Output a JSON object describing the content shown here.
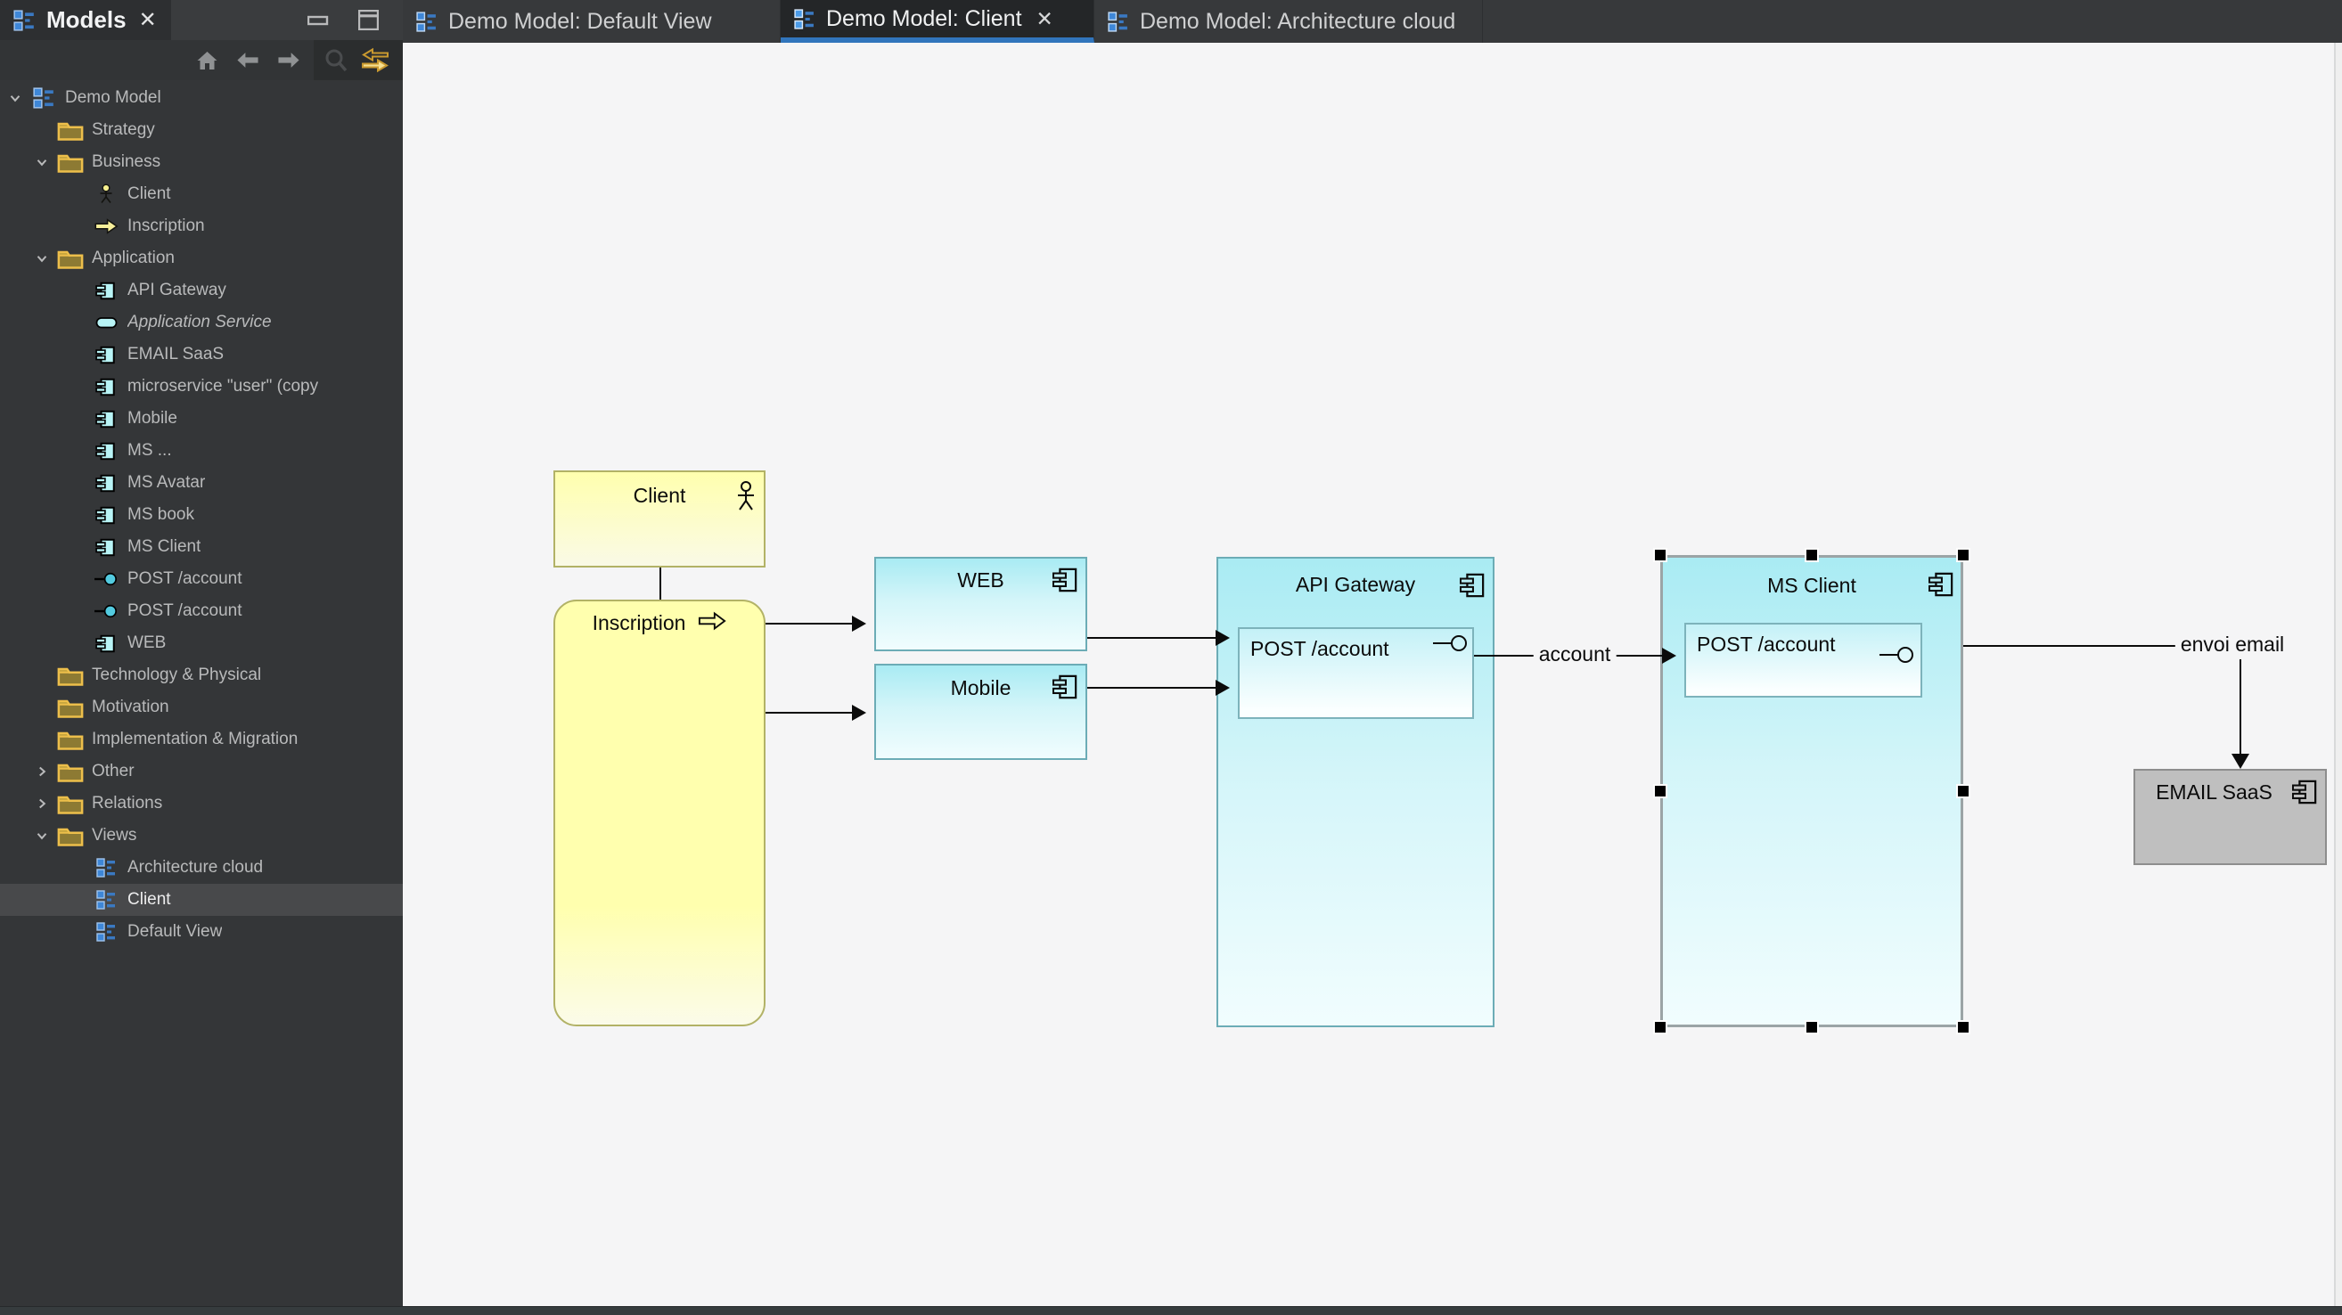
{
  "colors": {
    "accent_tab_underline": "#3175bc",
    "sidebar_bg": "#343638",
    "sidebar_selection_bg": "#48494b",
    "canvas_bg": "#f5f5f6",
    "business_yellow": "#ffffae",
    "application_cyan": "#a9ebf3",
    "infrastructure_gray": "#bfbfbf",
    "icon_gold": "#c9992f"
  },
  "sidebar": {
    "panel_title": "Models",
    "close_label": "✕",
    "toolbar": {
      "icons": [
        "home",
        "back",
        "forward",
        "search",
        "link-with-editor"
      ]
    },
    "tree": {
      "items": [
        {
          "label": "Demo Model",
          "icon": "model",
          "level": 0,
          "chevron": "expanded"
        },
        {
          "label": "Strategy",
          "icon": "folder",
          "level": 1,
          "chevron": null
        },
        {
          "label": "Business",
          "icon": "folder",
          "level": 1,
          "chevron": "expanded"
        },
        {
          "label": "Client",
          "icon": "actor",
          "level": 2,
          "chevron": null
        },
        {
          "label": "Inscription",
          "icon": "process",
          "level": 2,
          "chevron": null
        },
        {
          "label": "Application",
          "icon": "folder",
          "level": 1,
          "chevron": "expanded"
        },
        {
          "label": "API Gateway",
          "icon": "component",
          "level": 2,
          "chevron": null
        },
        {
          "label": "Application Service",
          "icon": "service",
          "level": 2,
          "chevron": null,
          "italic": true
        },
        {
          "label": "EMAIL SaaS",
          "icon": "component",
          "level": 2,
          "chevron": null
        },
        {
          "label": "microservice \"user\" (copy",
          "icon": "component",
          "level": 2,
          "chevron": null
        },
        {
          "label": "Mobile",
          "icon": "component",
          "level": 2,
          "chevron": null
        },
        {
          "label": "MS ...",
          "icon": "component",
          "level": 2,
          "chevron": null
        },
        {
          "label": "MS Avatar",
          "icon": "component",
          "level": 2,
          "chevron": null
        },
        {
          "label": "MS book",
          "icon": "component",
          "level": 2,
          "chevron": null
        },
        {
          "label": "MS Client",
          "icon": "component",
          "level": 2,
          "chevron": null
        },
        {
          "label": "POST /account",
          "icon": "interface",
          "level": 2,
          "chevron": null
        },
        {
          "label": "POST /account",
          "icon": "interface",
          "level": 2,
          "chevron": null
        },
        {
          "label": "WEB",
          "icon": "component",
          "level": 2,
          "chevron": null
        },
        {
          "label": "Technology & Physical",
          "icon": "folder",
          "level": 1,
          "chevron": null
        },
        {
          "label": "Motivation",
          "icon": "folder",
          "level": 1,
          "chevron": null
        },
        {
          "label": "Implementation & Migration",
          "icon": "folder",
          "level": 1,
          "chevron": null
        },
        {
          "label": "Other",
          "icon": "folder",
          "level": 1,
          "chevron": "collapsed"
        },
        {
          "label": "Relations",
          "icon": "folder",
          "level": 1,
          "chevron": "collapsed"
        },
        {
          "label": "Views",
          "icon": "folder",
          "level": 1,
          "chevron": "expanded"
        },
        {
          "label": "Architecture cloud",
          "icon": "diagram",
          "level": 2,
          "chevron": null
        },
        {
          "label": "Client",
          "icon": "diagram",
          "level": 2,
          "chevron": null,
          "selected": true
        },
        {
          "label": "Default View",
          "icon": "diagram",
          "level": 2,
          "chevron": null
        }
      ]
    }
  },
  "editor_tabs": [
    {
      "label": "Demo Model: Default View",
      "active": false
    },
    {
      "label": "Demo Model: Client",
      "active": true,
      "close_label": "✕"
    },
    {
      "label": "Demo Model: Architecture cloud",
      "active": false
    }
  ],
  "canvas": {
    "nodes": {
      "client": {
        "label": "Client",
        "type": "business-actor"
      },
      "inscription": {
        "label": "Inscription",
        "type": "business-process"
      },
      "web": {
        "label": "WEB",
        "type": "application-component"
      },
      "mobile": {
        "label": "Mobile",
        "type": "application-component"
      },
      "api_gateway": {
        "label": "API Gateway",
        "type": "application-component"
      },
      "post_api": {
        "label": "POST /account",
        "type": "application-interface"
      },
      "ms_client": {
        "label": "MS Client",
        "type": "application-component",
        "selected": true
      },
      "post_ms": {
        "label": "POST /account",
        "type": "application-interface"
      },
      "email_saas": {
        "label": "EMAIL SaaS",
        "type": "application-component"
      }
    },
    "connections": {
      "account_label": "account",
      "envoi_label": "envoi email"
    }
  }
}
